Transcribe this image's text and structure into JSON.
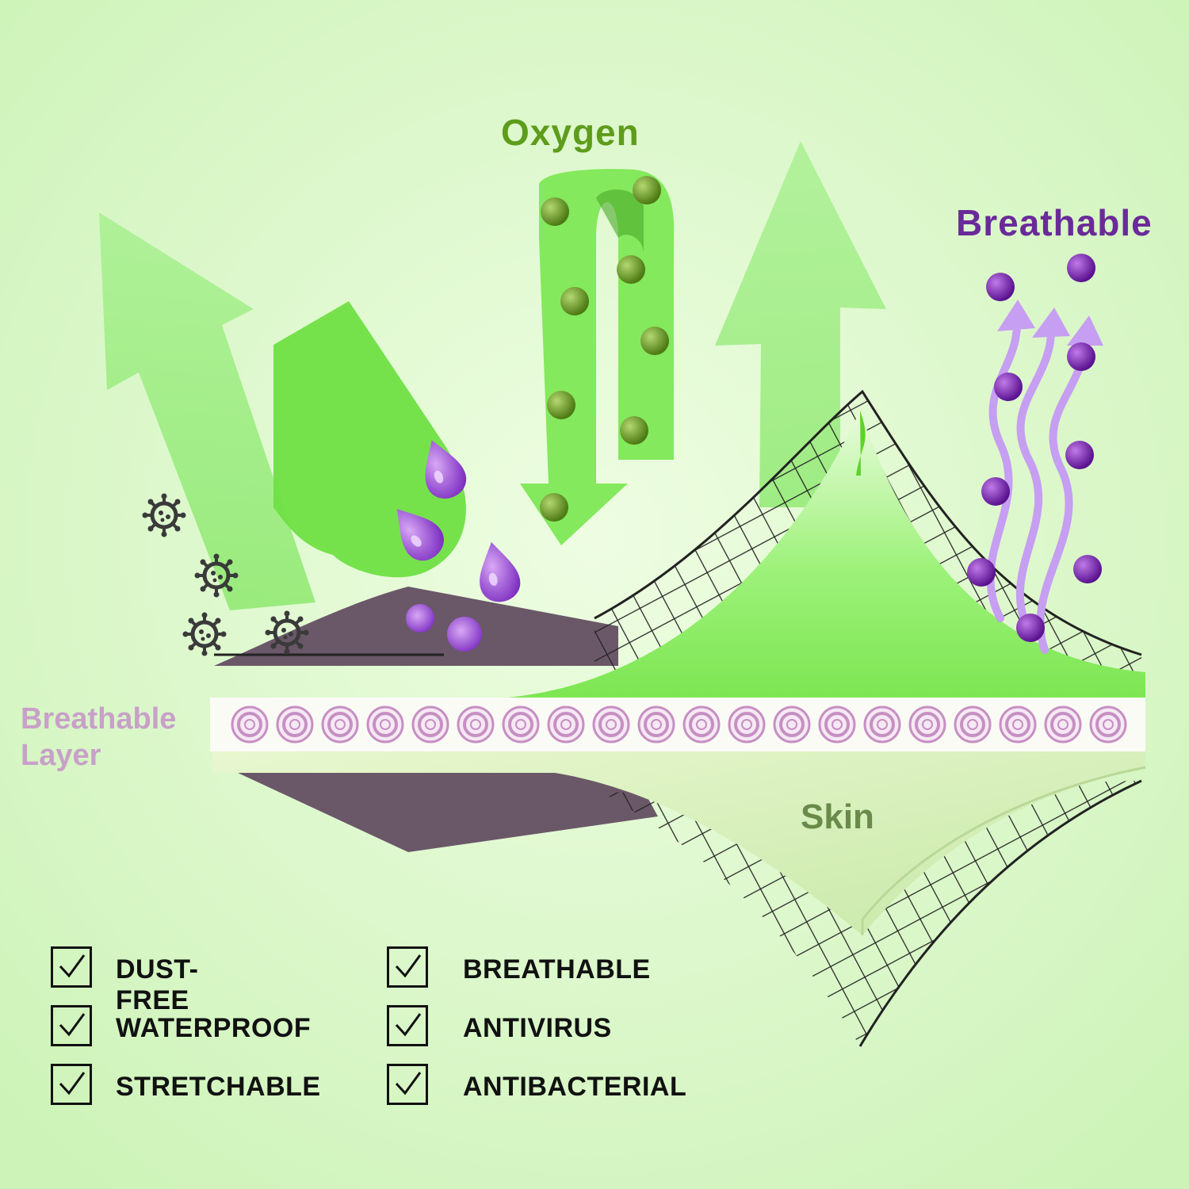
{
  "labels": {
    "oxygen": "Oxygen",
    "breathable": "Breathable",
    "breathable_layer_line1": "Breathable",
    "breathable_layer_line2": "Layer",
    "skin": "Skin"
  },
  "features_left": [
    "DUST-FREE",
    "WATERPROOF",
    "STRETCHABLE"
  ],
  "features_right": [
    "BREATHABLE",
    "ANTIVIRUS",
    "ANTIBACTERIAL"
  ],
  "colors": {
    "background": "#d9f7c9",
    "arrow_green": "#7fe85a",
    "oxygen_text": "#5e9c1c",
    "breathable_text": "#6a2a9a",
    "layer_text": "#c8a0c8",
    "skin_text": "#6a8a4a",
    "water_drop": "#8a3ad0",
    "purple_molecule": "#6a1aa0",
    "oxygen_molecule": "#5a8a1a",
    "dark_membrane": "#6a5868"
  },
  "icons": [
    "virus-icon",
    "water-drop-icon",
    "oxygen-molecule-icon",
    "purple-molecule-icon",
    "check-icon",
    "wavy-arrow-icon"
  ]
}
